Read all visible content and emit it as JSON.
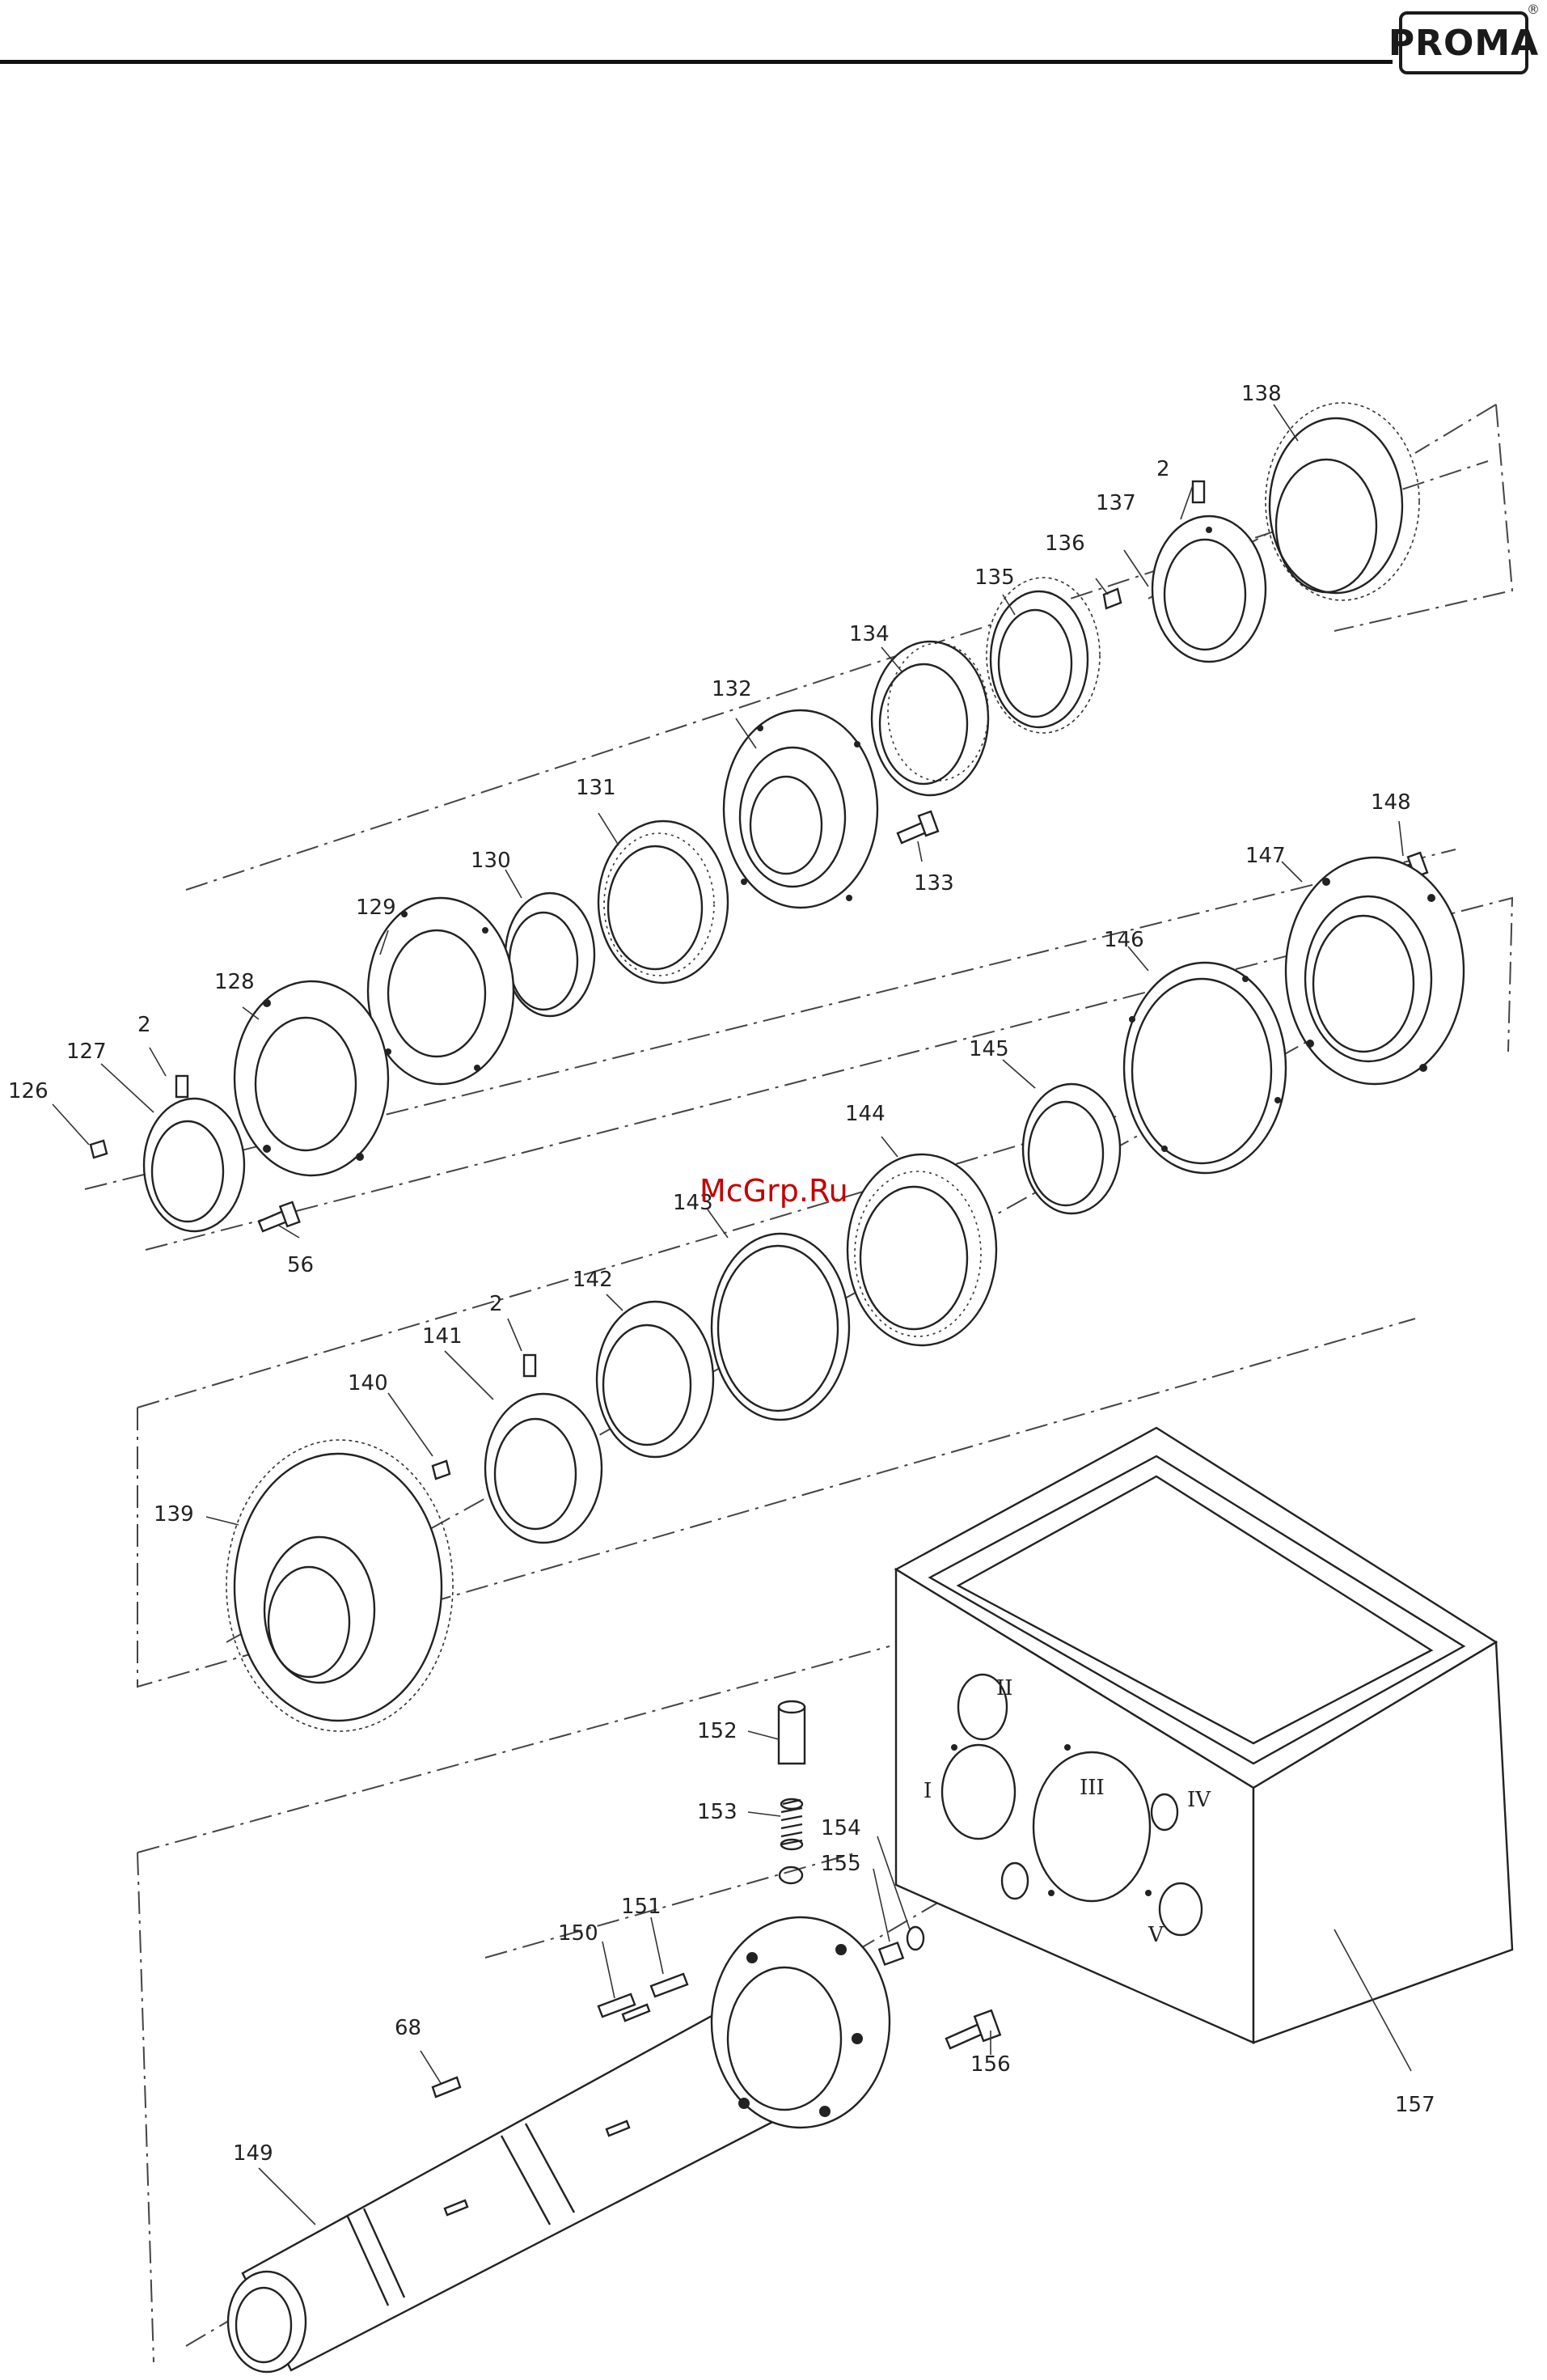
{
  "brand": {
    "logo_text": "PROMA",
    "registered_mark": "®"
  },
  "watermark": "McGrp.Ru",
  "part_labels": {
    "p2a": "2",
    "p2b": "2",
    "p2c": "2",
    "p56": "56",
    "p68": "68",
    "p126": "126",
    "p127": "127",
    "p128": "128",
    "p129": "129",
    "p130": "130",
    "p131": "131",
    "p132": "132",
    "p133": "133",
    "p134": "134",
    "p135": "135",
    "p136": "136",
    "p137": "137",
    "p138": "138",
    "p139": "139",
    "p140": "140",
    "p141": "141",
    "p142": "142",
    "p143": "143",
    "p144": "144",
    "p145": "145",
    "p146": "146",
    "p147": "147",
    "p148": "148",
    "p149": "149",
    "p150": "150",
    "p151": "151",
    "p152": "152",
    "p153": "153",
    "p154": "154",
    "p155": "155",
    "p156": "156",
    "p157": "157"
  },
  "housing_bores": {
    "b1": "I",
    "b2": "II",
    "b3": "III",
    "b4": "IV",
    "b5": "V"
  }
}
